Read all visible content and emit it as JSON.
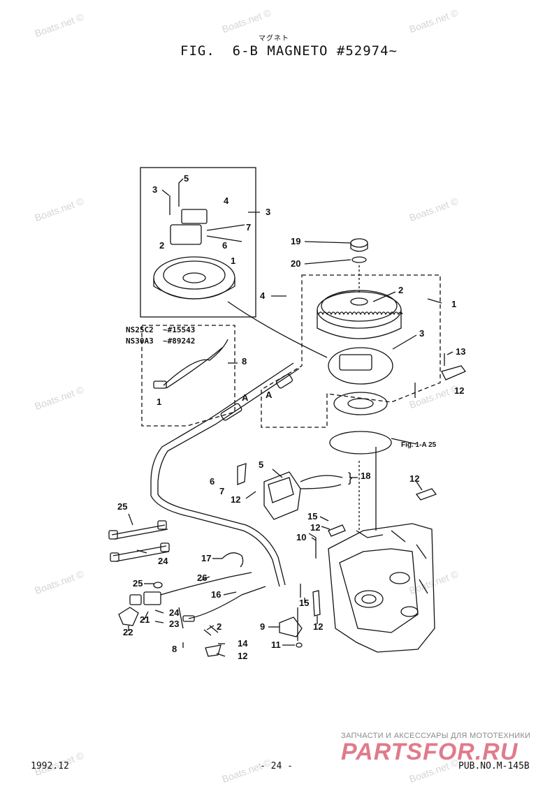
{
  "header": {
    "title_kana": "マグネト",
    "title": "FIG.  6-B MAGNETO #52974~"
  },
  "watermark": "Boats.net ©",
  "model_notes": {
    "line1": "NS25C2  ~#15543",
    "line2": "NS30A3  ~#89242"
  },
  "figure_ref": "Fig. 1-A 25",
  "section_marker": "A",
  "inset_callouts": [
    "5",
    "3",
    "4",
    "3",
    "7",
    "2",
    "6",
    "1"
  ],
  "subassembly_callouts": [
    "8",
    "1"
  ],
  "main_callouts": [
    "19",
    "20",
    "2",
    "4",
    "1",
    "3",
    "13",
    "12",
    "5",
    "6",
    "7",
    "12",
    "18",
    "12",
    "25",
    "24",
    "15",
    "12",
    "10",
    "17",
    "25",
    "26",
    "16",
    "24",
    "21",
    "23",
    "22",
    "2",
    "9",
    "8",
    "14",
    "12",
    "11",
    "15",
    "12"
  ],
  "footer": {
    "date": "1992.12",
    "page": "- 24 -",
    "pub": "PUB.NO.M-145B"
  },
  "shop": {
    "tagline": "ЗАПЧАСТИ И АКСЕССУАРЫ ДЛЯ МОТОТЕХНИКИ",
    "logo": "PARTSFOR.RU"
  }
}
